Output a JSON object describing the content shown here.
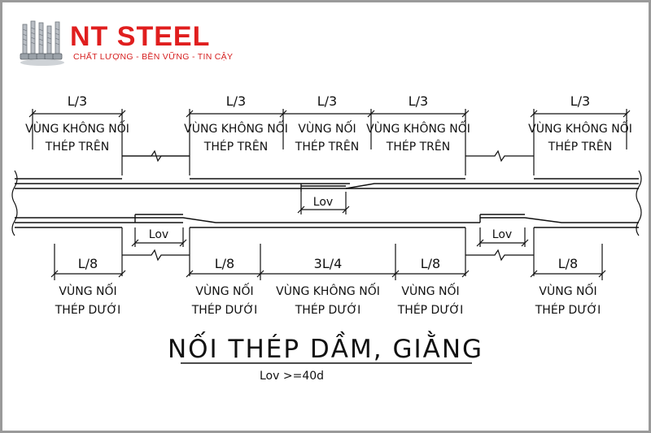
{
  "brand": {
    "name": "NT STEEL",
    "tagline": "CHẤT LƯỢNG - BỀN VỮNG - TIN CẬY",
    "color": "#e01e1e"
  },
  "diagram": {
    "title": "NỐI THÉP DẦM, GIẰNG",
    "formula": "Lov >=40d",
    "lap_label": "Lov",
    "top_zones": [
      {
        "dim": "L/3",
        "line1": "VÙNG KHÔNG NỐI",
        "line2": "THÉP TRÊN"
      },
      {
        "dim": "L/3",
        "line1": "VÙNG KHÔNG NỐI",
        "line2": "THÉP TRÊN"
      },
      {
        "dim": "L/3",
        "line1": "VÙNG NỐI",
        "line2": "THÉP TRÊN"
      },
      {
        "dim": "L/3",
        "line1": "VÙNG KHÔNG NỐI",
        "line2": "THÉP TRÊN"
      },
      {
        "dim": "L/3",
        "line1": "VÙNG KHÔNG NỐI",
        "line2": "THÉP TRÊN"
      }
    ],
    "bottom_zones": [
      {
        "dim": "L/8",
        "line1": "VÙNG NỐI",
        "line2": "THÉP DƯỚI"
      },
      {
        "dim": "L/8",
        "line1": "VÙNG NỐI",
        "line2": "THÉP DƯỚI"
      },
      {
        "dim": "3L/4",
        "line1": "VÙNG KHÔNG NỐI",
        "line2": "THÉP DƯỚI"
      },
      {
        "dim": "L/8",
        "line1": "VÙNG NỐI",
        "line2": "THÉP DƯỚI"
      },
      {
        "dim": "L/8",
        "line1": "VÙNG NỐI",
        "line2": "THÉP DƯỚI"
      }
    ]
  }
}
